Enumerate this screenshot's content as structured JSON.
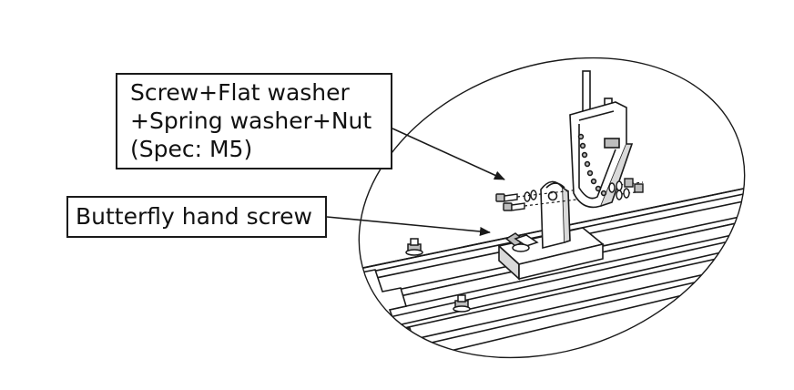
{
  "callouts": {
    "screw_set": {
      "lines": [
        "Screw+Flat washer",
        "+Spring washer+Nut",
        "(Spec: M5)"
      ]
    },
    "butterfly": {
      "label": "Butterfly hand screw"
    }
  },
  "colors": {
    "line": "#1a1a1a",
    "fill": "#ffffff",
    "rail_shade": "#d9d9d9",
    "hardware_shade": "#bdbdbd"
  }
}
